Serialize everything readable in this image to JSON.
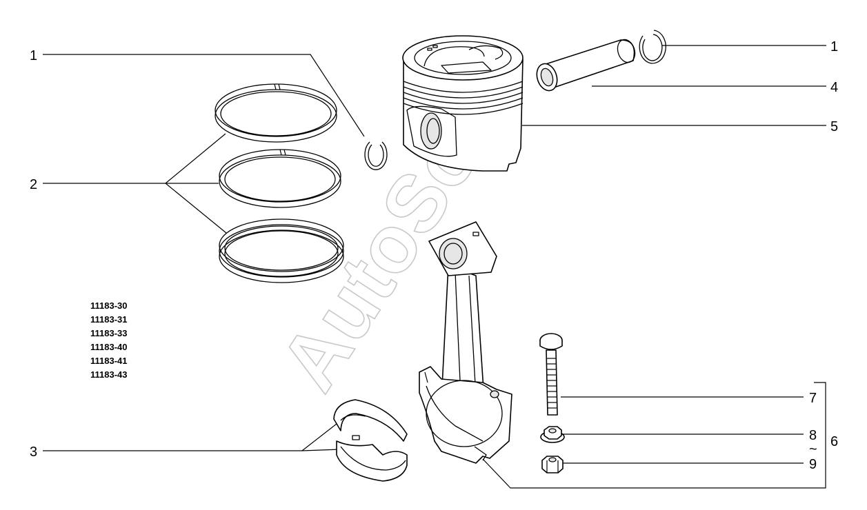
{
  "callouts": {
    "piston_pin_circlip_left": "1",
    "piston_pin_circlip_right": "1",
    "piston_rings": "2",
    "bearing_shells": "3",
    "piston_pin": "4",
    "piston": "5",
    "connecting_rod_assembly": "6",
    "rod_bolt": "7",
    "nut_variant_a": "8",
    "range_sign": "~",
    "nut_variant_b": "9"
  },
  "models": [
    "11183-30",
    "11183-31",
    "11183-33",
    "11183-40",
    "11183-41",
    "11183-43"
  ],
  "watermark": "AutoSoft",
  "colors": {
    "line": "#000000",
    "background": "#ffffff",
    "watermark": "#c8c8c8"
  }
}
